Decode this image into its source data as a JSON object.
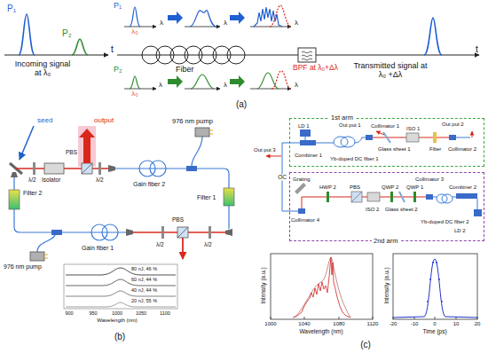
{
  "diagram": {
    "nodes": [
      {
        "text": [
          "1st arm"
        ]
      },
      {
        "text": [
          "2nd arm"
        ]
      }
    ],
    "edges": [
      {
        "from": 0,
        "to": 1,
        "arrow": "none",
        "label": "OC"
      }
    ],
    "labels": [
      "P₁",
      "P₂",
      "Incoming signal at λ₀",
      "t",
      "P₁",
      "λ₀",
      "λ",
      "λ",
      "λ",
      "Fiber",
      "BPF at λ₀+Δλ",
      "P₂",
      "λ₀",
      "λ",
      "λ",
      "λ",
      "Transmitted signal at λ₀ +Δλ",
      "t",
      "(a)",
      "seed",
      "output",
      "976 nm pump",
      "λ/2",
      "Isolator",
      "PBS",
      "λ/2",
      "Gain fiber 2",
      "Filter 1",
      "λ/2",
      "PBS",
      "λ/2",
      "Gain fiber 1",
      "Filter 2",
      "976 nm pump",
      "80 nJ, 46 %",
      "60 nJ, 44 %",
      "40 nJ, 44 %",
      "20 nJ, 55 %",
      "900",
      "950",
      "1000",
      "1050",
      "1100",
      "Wavelength (nm)",
      "(b)",
      "LD 1",
      "Combiner 1",
      "Out put 1",
      "Collimator 1",
      "Yb-doped DC fiber 1",
      "Glass sheet 1",
      "ISO 1",
      "Filter",
      "Out put 2",
      "Collimator 2",
      "Out put 3",
      "Grating",
      "Collimator 3",
      "HWP 2",
      "PBS",
      "QWP 2",
      "QWP 1",
      "Combiner 2",
      "Collimator 4",
      "ISO 2",
      "Glass sheet 2",
      "Yb-doped DC fiber 2",
      "LD 2",
      "Intensity (a.u.)",
      "1000",
      "1040",
      "1080",
      "1120",
      "Wavelength (nm)",
      "Intensity (a.u.)",
      "-20",
      "-10",
      "0",
      "10",
      "20",
      "Time (ps)",
      "(c)"
    ]
  }
}
